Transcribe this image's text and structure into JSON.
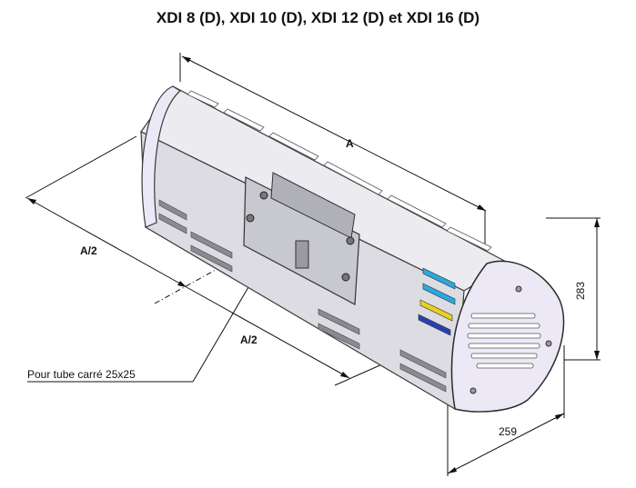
{
  "title": "XDI 8 (D), XDI 10 (D), XDI 12 (D) et XDI 16 (D)",
  "dimensions": {
    "length": "A",
    "half_left": "A/2",
    "half_bottom": "A/2",
    "height": "283",
    "depth": "259"
  },
  "callout": "Pour tube carré 25x25",
  "colors": {
    "body": "#e4e4ea",
    "end_cap": "#ece8f6",
    "edge": "#3a3a3a",
    "slot_blue": "#2aa8e0",
    "slot_yellow": "#e8d020"
  }
}
